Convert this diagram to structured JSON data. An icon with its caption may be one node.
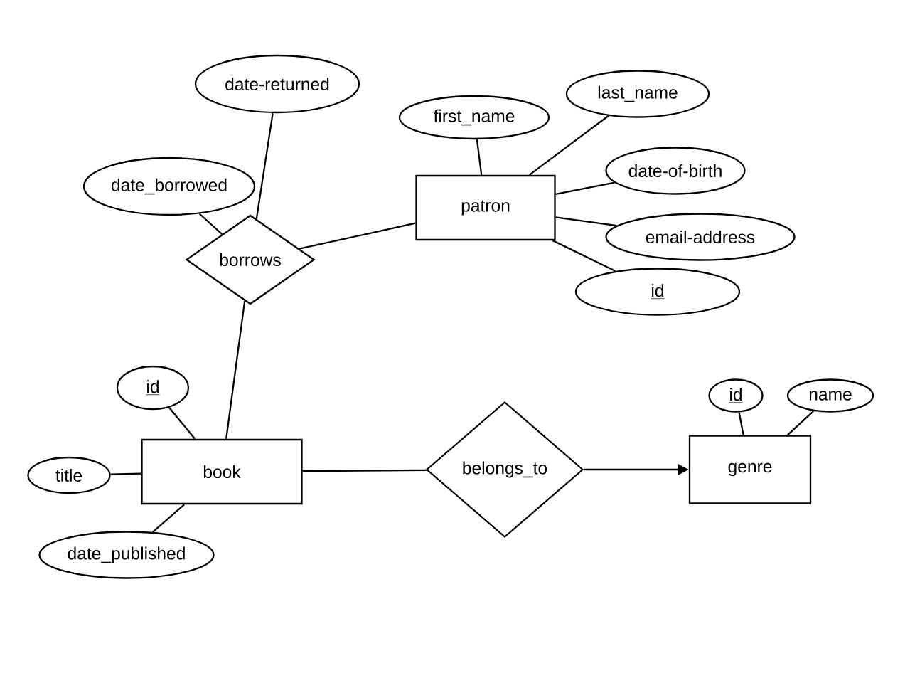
{
  "diagram": {
    "nodes": [
      {
        "text": [
          "date-returned"
        ]
      },
      {
        "text": [
          "date_borrowed"
        ]
      },
      {
        "text": [
          "borrows"
        ]
      },
      {
        "text": [
          "first_name"
        ]
      },
      {
        "text": [
          "last_name"
        ]
      },
      {
        "text": [
          "patron"
        ]
      },
      {
        "text": [
          "date-of-birth"
        ]
      },
      {
        "text": [
          "email-address"
        ]
      },
      {
        "text": [
          "id"
        ]
      },
      {
        "text": [
          "id"
        ]
      },
      {
        "text": [
          "book"
        ]
      },
      {
        "text": [
          "title"
        ]
      },
      {
        "text": [
          "date_published"
        ]
      },
      {
        "text": [
          "belongs_to"
        ]
      },
      {
        "text": [
          "id"
        ]
      },
      {
        "text": [
          "name"
        ]
      },
      {
        "text": [
          "genre"
        ]
      }
    ],
    "edges": [
      {
        "from": 0,
        "to": 2,
        "arrow": "none"
      },
      {
        "from": 1,
        "to": 2,
        "arrow": "none"
      },
      {
        "from": 2,
        "to": 5,
        "arrow": "none"
      },
      {
        "from": 2,
        "to": 10,
        "arrow": "none"
      },
      {
        "from": 3,
        "to": 5,
        "arrow": "none"
      },
      {
        "from": 4,
        "to": 5,
        "arrow": "none"
      },
      {
        "from": 6,
        "to": 5,
        "arrow": "none"
      },
      {
        "from": 7,
        "to": 5,
        "arrow": "none"
      },
      {
        "from": 8,
        "to": 5,
        "arrow": "none"
      },
      {
        "from": 9,
        "to": 10,
        "arrow": "none"
      },
      {
        "from": 11,
        "to": 10,
        "arrow": "none"
      },
      {
        "from": 12,
        "to": 10,
        "arrow": "none"
      },
      {
        "from": 10,
        "to": 13,
        "arrow": "none"
      },
      {
        "from": 13,
        "to": 16,
        "arrow": "to"
      },
      {
        "from": 14,
        "to": 16,
        "arrow": "none"
      },
      {
        "from": 15,
        "to": 16,
        "arrow": "none"
      }
    ]
  }
}
